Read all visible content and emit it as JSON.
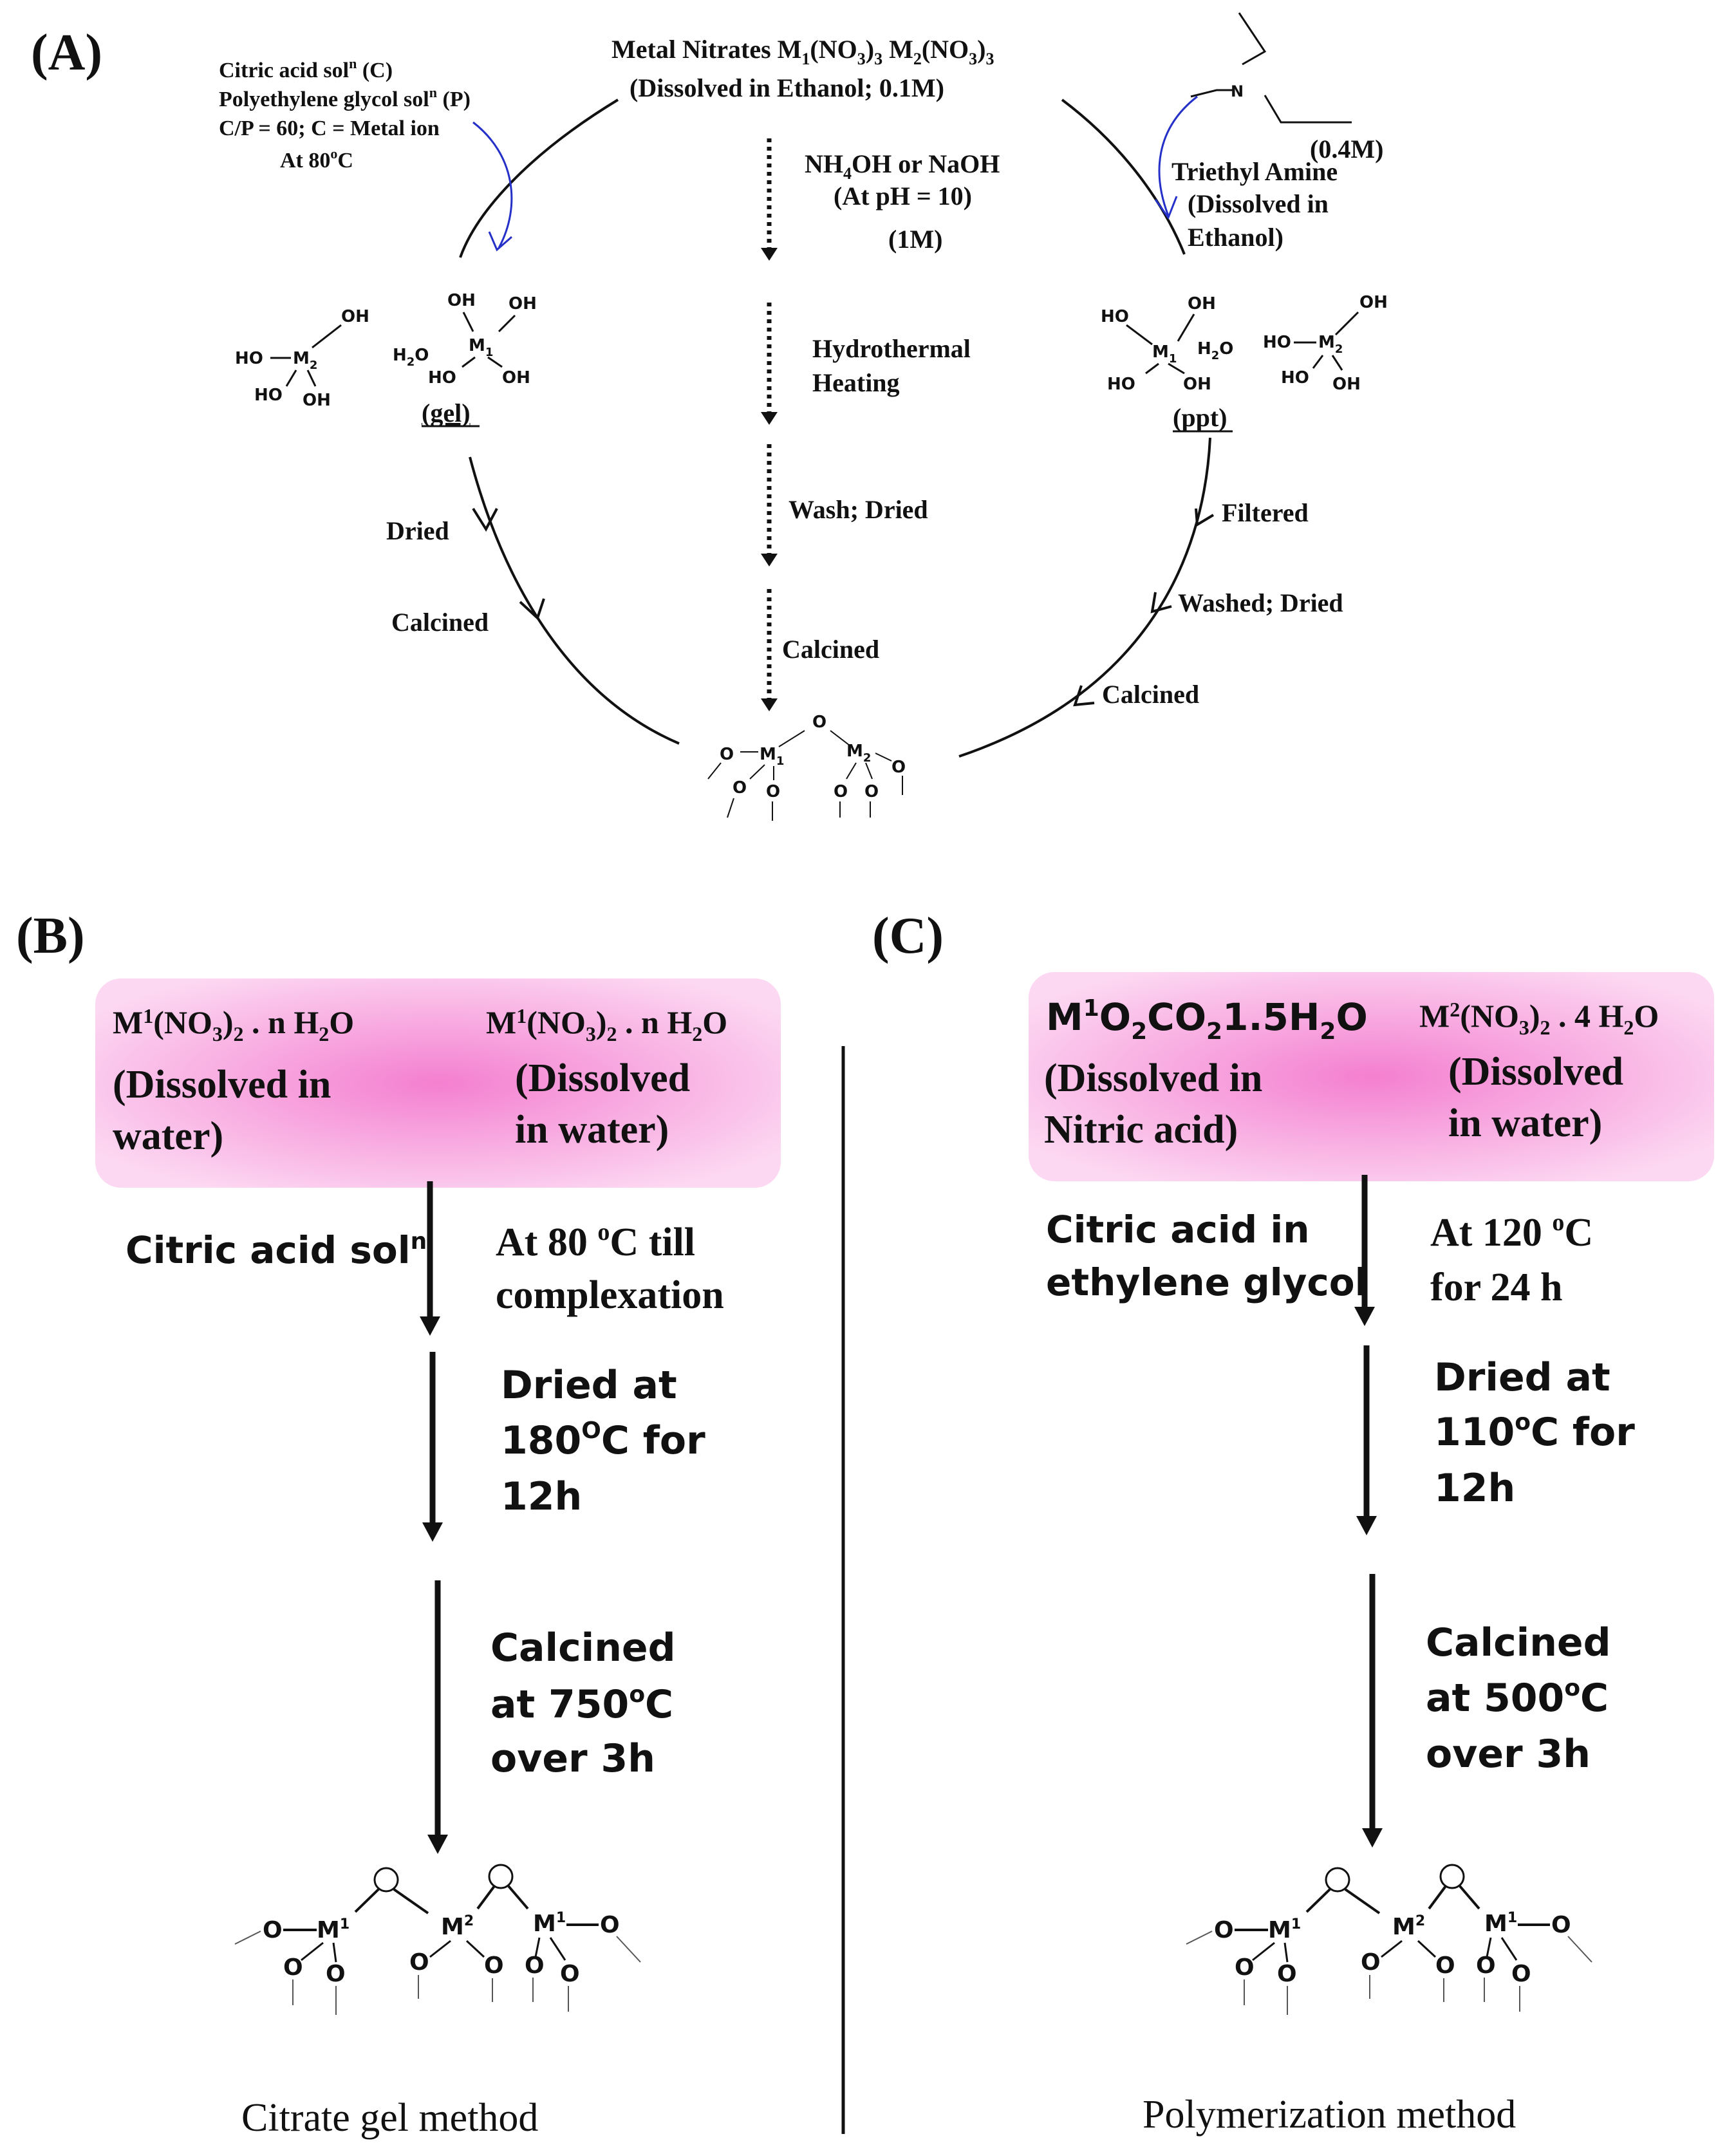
{
  "panel_a": {
    "label": "(A)",
    "top_1": "Metal Nitrates  M",
    "top_1_s1": "1",
    "top_1_b": "(NO",
    "top_1_s2": "3",
    "top_1_c": ")",
    "top_1_s3": "3",
    "top_1_d": " M",
    "top_1_s4": "2",
    "top_1_e": "(NO",
    "top_1_s5": "3",
    "top_1_f": ")",
    "top_1_s6": "3",
    "top_2": "(Dissolved in Ethanol; 0.1M)",
    "left_cond": [
      "Citric acid sol",
      "Polyethylene glycol  sol",
      "C/P = 60; C = Metal ion",
      "At 80"
    ],
    "left_cond_sup": [
      "n",
      "n",
      "",
      "o"
    ],
    "left_cond_tail": [
      " (C)",
      " (P)",
      "",
      "C"
    ],
    "mid_1a": "NH",
    "mid_1s": "4",
    "mid_1b": "OH or NaOH",
    "mid_2": "(At pH = 10)",
    "mid_3": "(1M)",
    "mid_4": "Hydrothermal",
    "mid_5": "Heating",
    "mid_6": "Wash; Dried",
    "mid_7": "Calcined",
    "right_conc": "(0.4M)",
    "right_1": "Triethyl Amine",
    "right_2": "(Dissolved in",
    "right_3": "Ethanol)",
    "gel": "(gel)",
    "ppt": "(ppt)",
    "left_steps": [
      "Dried",
      "Calcined"
    ],
    "right_steps": [
      "Filtered",
      "Washed; Dried",
      "Calcined"
    ]
  },
  "panel_b": {
    "label": "(B)",
    "box_l1a": "M",
    "box_l1sup": "1",
    "box_l1b": "(NO",
    "box_l1sub": "3",
    "box_l1c": ")",
    "box_l1sub2": "2",
    "box_l1d": " . n H",
    "box_l1sub3": "2",
    "box_l1e": "O",
    "box_l2": "(Dissolved  in",
    "box_l3": "water)",
    "box_r2": "(Dissolved",
    "box_r3": "in water)",
    "step1_left": "Citric acid sol",
    "step1_left_sup": "n",
    "step1_right_1": "At 80 ",
    "step1_right_sup": "o",
    "step1_right_1b": "C till",
    "step1_right_2": "complexation",
    "step2": [
      "Dried at",
      "180",
      "C for",
      "12h"
    ],
    "step3": [
      "Calcined",
      "at 750",
      "C",
      "over 3h"
    ],
    "caption": "Citrate gel method"
  },
  "panel_c": {
    "label": "(C)",
    "box_l1": "M",
    "box_l1sup": "1",
    "box_l1b": "O",
    "box_l1sub": "2",
    "box_l1c": "CO",
    "box_l1sub2": "2",
    "box_l1d": "1.5H",
    "box_l1sub3": "2",
    "box_l1e": "O",
    "box_l2": "(Dissolved  in",
    "box_l3": "Nitric acid)",
    "box_r1a": "M",
    "box_r1sup": "2",
    "box_r1b": "(NO",
    "box_r1sub": "3",
    "box_r1c": ")",
    "box_r1sub2": "2",
    "box_r1d": " . 4 H",
    "box_r1sub3": "2",
    "box_r1e": "O",
    "box_r2": "(Dissolved",
    "box_r3": "in water)",
    "step1_left_1": "Citric acid in",
    "step1_left_2": "ethylene glycol",
    "step1_right_1": "At 120 ",
    "step1_right_sup": "o",
    "step1_right_1b": "C",
    "step1_right_2": "for 24 h",
    "step2": [
      "Dried at",
      "110",
      "C for",
      "12h"
    ],
    "step3": [
      "Calcined",
      "at 500",
      "C",
      "over 3h"
    ],
    "caption": "Polymerization method"
  },
  "chem": {
    "OH": "OH",
    "HO": "HO",
    "H2O_a": "H",
    "H2O_sub": "2",
    "H2O_b": "O",
    "M": "M",
    "s1": "1",
    "s2": "2",
    "O": "O",
    "N": "N",
    "M1": "M",
    "M1s": "1",
    "M2s": "2"
  },
  "colors": {
    "box_center": "#f47fd0",
    "box_edge": "#fbd2f0",
    "arrow_blue": "#2430c8"
  }
}
